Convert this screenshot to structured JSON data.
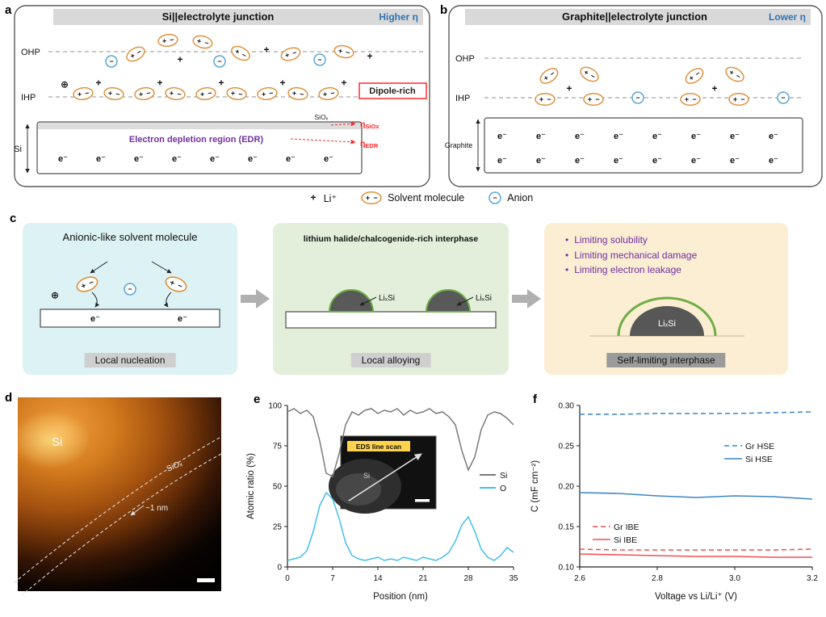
{
  "glyphs": {
    "plus": "+",
    "minus": "−",
    "electron": "e⁻",
    "circled_plus": "⊕",
    "bullet": "•"
  },
  "panel_labels": {
    "a": "a",
    "b": "b",
    "c": "c",
    "d": "d",
    "e": "e",
    "f": "f"
  },
  "panel_a": {
    "title": "Si||electrolyte junction",
    "overpotential": "Higher η",
    "ohp": "OHP",
    "ihp": "IHP",
    "dipole_rich": "Dipole-rich",
    "siox": "SiOₓ",
    "eta_symbol": "η",
    "eta_siox_sub": "SiOx",
    "eta_edr_sub": "EDR",
    "edr": "Electron depletion region (EDR)",
    "si": "Si"
  },
  "panel_b": {
    "title": "Graphite||electrolyte junction",
    "overpotential": "Lower η",
    "ohp": "OHP",
    "ihp": "IHP",
    "graphite": "Graphite"
  },
  "legend": {
    "li": "Li⁺",
    "solvent": "Solvent molecule",
    "anion": "Anion"
  },
  "panel_c": {
    "box1": {
      "title": "Anionic-like solvent molecule",
      "label": "Local nucleation"
    },
    "box2": {
      "title": "lithium halide/chalcogenide-rich interphase",
      "dome_label": "LiₓSi",
      "label": "Local alloying"
    },
    "box3": {
      "bullets": [
        "Limiting solubility",
        "Limiting mechanical damage",
        "Limiting electron leakage"
      ],
      "dome_label": "LiₓSi",
      "label": "Self-limiting interphase"
    }
  },
  "panel_d": {
    "si": "Si",
    "siox": "SiOₓ",
    "thickness": "~1 nm"
  },
  "panel_e_inset": {
    "label": "EDS line scan",
    "si": "Si"
  },
  "chart_data": [
    {
      "type": "line",
      "title": "",
      "xlabel": "Position (nm)",
      "ylabel": "Atomic ratio (%)",
      "xlim": [
        0,
        35
      ],
      "ylim": [
        0,
        100
      ],
      "grid": false,
      "legend_position": "right-middle",
      "xticks": {
        "values": [
          0,
          7,
          14,
          21,
          28,
          35
        ],
        "labels": [
          "0",
          "7",
          "14",
          "21",
          "28",
          "35"
        ]
      },
      "yticks": {
        "values": [
          0,
          25,
          50,
          75,
          100
        ],
        "labels": [
          "0",
          "25",
          "50",
          "75",
          "100"
        ]
      },
      "series": [
        {
          "name": "Si",
          "color": "#7a7a7a",
          "dash": "",
          "x": [
            0,
            1,
            2,
            3,
            4,
            5,
            6,
            7,
            8,
            9,
            10,
            11,
            12,
            13,
            14,
            15,
            16,
            17,
            18,
            19,
            20,
            21,
            22,
            23,
            24,
            25,
            26,
            27,
            28,
            29,
            30,
            31,
            32,
            33,
            34,
            35
          ],
          "y": [
            96,
            98,
            95,
            97,
            93,
            78,
            58,
            56,
            70,
            88,
            96,
            94,
            97,
            98,
            95,
            97,
            96,
            98,
            94,
            97,
            95,
            96,
            98,
            95,
            96,
            93,
            88,
            72,
            60,
            68,
            85,
            94,
            96,
            95,
            92,
            88
          ]
        },
        {
          "name": "O",
          "color": "#41c0e8",
          "dash": "",
          "x": [
            0,
            1,
            2,
            3,
            4,
            5,
            6,
            7,
            8,
            9,
            10,
            11,
            12,
            13,
            14,
            15,
            16,
            17,
            18,
            19,
            20,
            21,
            22,
            23,
            24,
            25,
            26,
            27,
            28,
            29,
            30,
            31,
            32,
            33,
            34,
            35
          ],
          "y": [
            4,
            5,
            6,
            10,
            22,
            38,
            46,
            42,
            30,
            15,
            7,
            5,
            4,
            5,
            6,
            4,
            5,
            4,
            6,
            5,
            4,
            6,
            5,
            4,
            6,
            9,
            16,
            26,
            31,
            22,
            11,
            6,
            4,
            7,
            12,
            9
          ]
        }
      ]
    },
    {
      "type": "line",
      "title": "",
      "xlabel": "Voltage vs Li/Li⁺ (V)",
      "ylabel": "C (mF cm⁻²)",
      "xlim": [
        2.6,
        3.2
      ],
      "ylim": [
        0.1,
        0.3
      ],
      "grid": false,
      "legend_position": "in-plot-labels",
      "xticks": {
        "values": [
          2.6,
          2.8,
          3.0,
          3.2
        ],
        "labels": [
          "2.6",
          "2.8",
          "3.0",
          "3.2"
        ]
      },
      "yticks": {
        "values": [
          0.1,
          0.15,
          0.2,
          0.25,
          0.3
        ],
        "labels": [
          "0.10",
          "0.15",
          "0.20",
          "0.25",
          "0.30"
        ]
      },
      "series": [
        {
          "name": "Gr HSE",
          "color": "#3d85c8",
          "dash": "6 4",
          "x": [
            2.6,
            2.7,
            2.8,
            2.9,
            3.0,
            3.1,
            3.2
          ],
          "y": [
            0.289,
            0.289,
            0.29,
            0.29,
            0.29,
            0.291,
            0.292
          ]
        },
        {
          "name": "Si HSE",
          "color": "#3d85c8",
          "dash": "",
          "x": [
            2.6,
            2.7,
            2.8,
            2.9,
            3.0,
            3.1,
            3.2
          ],
          "y": [
            0.192,
            0.191,
            0.188,
            0.186,
            0.188,
            0.187,
            0.184
          ]
        },
        {
          "name": "Gr IBE",
          "color": "#f05050",
          "dash": "6 4",
          "x": [
            2.6,
            2.7,
            2.8,
            2.9,
            3.0,
            3.1,
            3.2
          ],
          "y": [
            0.122,
            0.121,
            0.121,
            0.121,
            0.121,
            0.121,
            0.122
          ]
        },
        {
          "name": "Si IBE",
          "color": "#f05050",
          "dash": "",
          "x": [
            2.6,
            2.7,
            2.8,
            2.9,
            3.0,
            3.1,
            3.2
          ],
          "y": [
            0.116,
            0.115,
            0.114,
            0.113,
            0.113,
            0.112,
            0.112
          ]
        }
      ]
    }
  ]
}
